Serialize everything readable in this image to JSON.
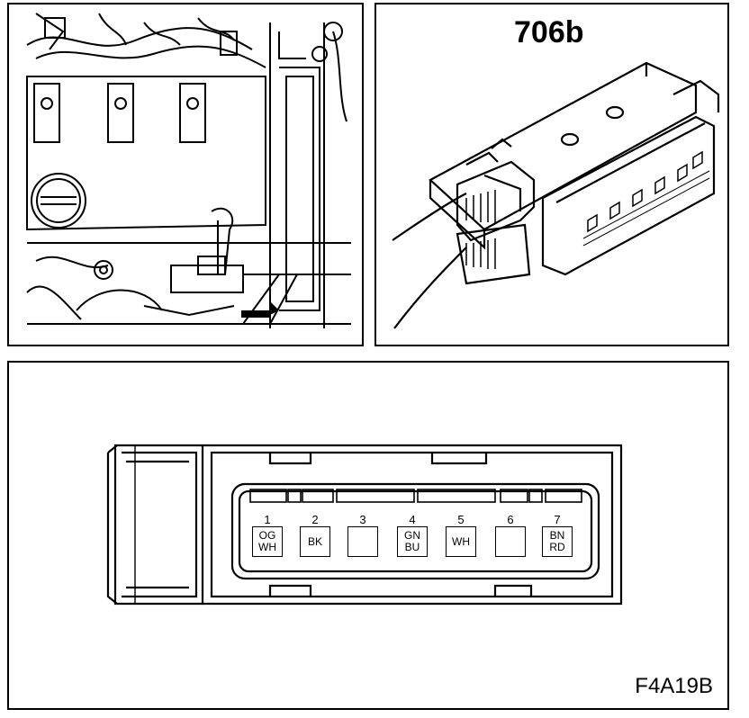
{
  "component_label": "706b",
  "figure_code": "F4A19B",
  "pins": [
    {
      "number": "1",
      "line1": "OG",
      "line2": "WH"
    },
    {
      "number": "2",
      "line1": "BK",
      "line2": ""
    },
    {
      "number": "3",
      "line1": "",
      "line2": ""
    },
    {
      "number": "4",
      "line1": "GN",
      "line2": "BU"
    },
    {
      "number": "5",
      "line1": "WH",
      "line2": ""
    },
    {
      "number": "6",
      "line1": "",
      "line2": ""
    },
    {
      "number": "7",
      "line1": "BN",
      "line2": "RD"
    }
  ]
}
